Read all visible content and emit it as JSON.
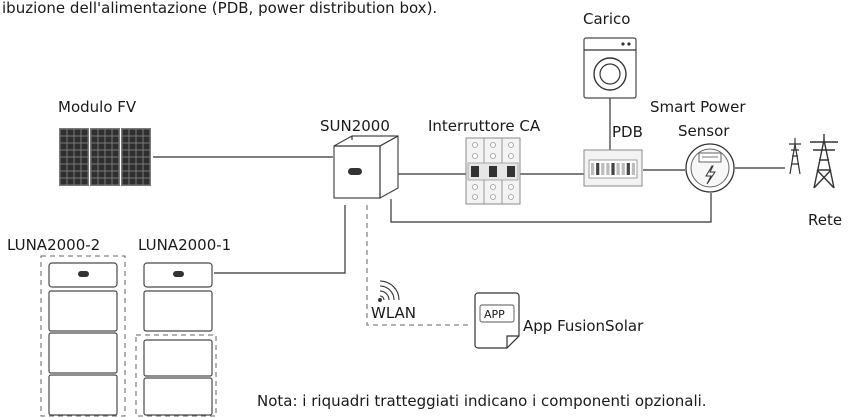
{
  "header_text": "ibuzione dell'alimentazione (PDB, power distribution box).",
  "labels": {
    "pv_module": "Modulo FV",
    "inverter": "SUN2000",
    "ac_switch": "Interruttore CA",
    "load": "Carico",
    "pdb": "PDB",
    "smart_power_sensor_line1": "Smart Power",
    "smart_power_sensor_line2": "Sensor",
    "grid": "Rete",
    "battery_2": "LUNA2000-2",
    "battery_1": "LUNA2000-1",
    "wlan": "WLAN",
    "app_icon_text": "APP",
    "app": "App FusionSolar",
    "note": "Nota: i riquadri tratteggiati indicano i componenti opzionali."
  },
  "icons": {
    "pv_module": "solar-panel-icon",
    "inverter": "inverter-icon",
    "ac_switch": "circuit-breaker-icon",
    "load": "washing-machine-icon",
    "pdb": "distribution-box-icon",
    "smart_power_sensor": "power-meter-icon",
    "grid": "transmission-tower-icon",
    "wlan": "wifi-signal-icon",
    "app": "app-icon"
  },
  "colors": {
    "line": "#333333",
    "dashed": "#666666",
    "panel_cell": "#2f2f2f",
    "panel_grid": "#7a7a7a"
  }
}
